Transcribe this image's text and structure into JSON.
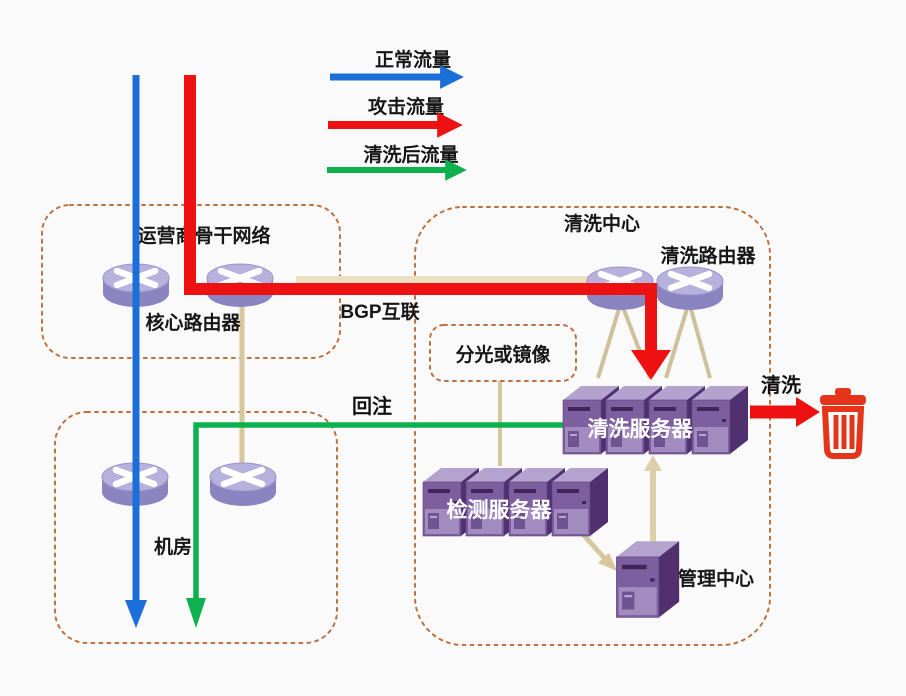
{
  "legend": {
    "normal_label": "正常流量",
    "attack_label": "攻击流量",
    "cleaned_label": "清洗后流量"
  },
  "zones": {
    "backbone_label": "运营商骨干网络",
    "core_router_label": "核心路由器",
    "server_room_label": "机房",
    "cleaning_center_label": "清洗中心",
    "cleaning_router_label": "清洗路由器"
  },
  "links": {
    "bgp_label": "BGP互联",
    "splitter_label": "分光或镜像",
    "reinjection_label": "回注",
    "scrub_label": "清洗"
  },
  "nodes": {
    "cleaning_servers_label": "清洗服务器",
    "detection_servers_label": "检测服务器",
    "management_center_label": "管理中心"
  },
  "colors": {
    "normal_traffic": "#1b6fd8",
    "attack_traffic": "#ed1111",
    "cleaned_traffic": "#0db14d",
    "zone_border": "#c0703f",
    "physical_link": "#d6c49c",
    "router_body": "#8a84c0",
    "server_front": "#7d5fa0",
    "trash": "#e5341a"
  }
}
